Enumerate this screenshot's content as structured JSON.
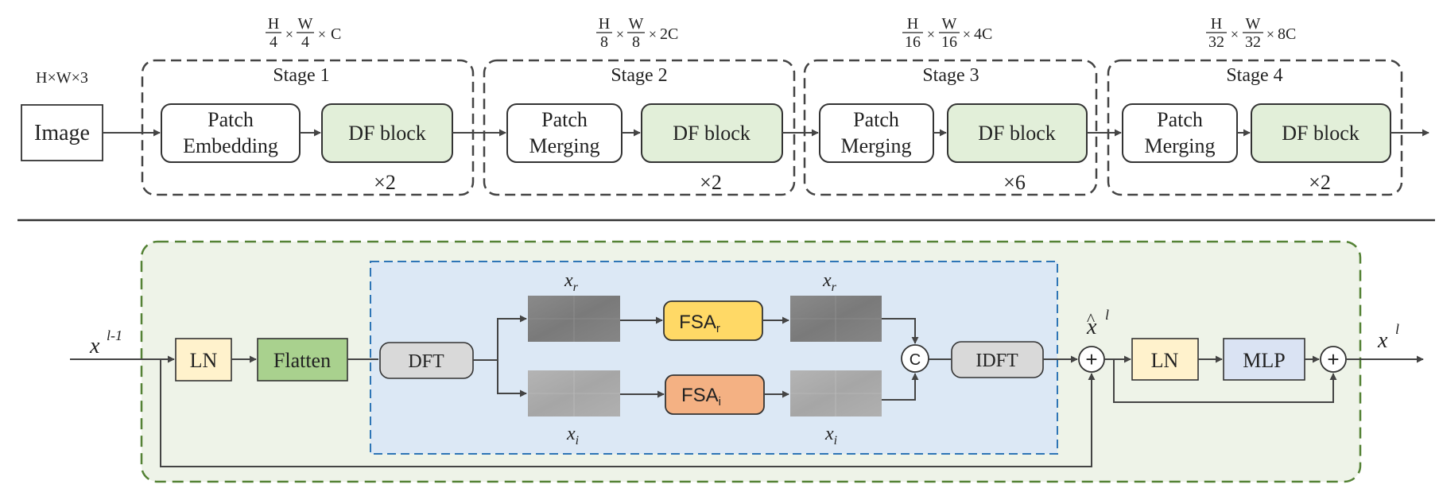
{
  "top": {
    "input_dim": "H×W×3",
    "image_label": "Image",
    "stages": [
      {
        "title": "Stage 1",
        "first_block_line1": "Patch",
        "first_block_line2": "Embedding",
        "df_label": "DF block",
        "repeat": "×2",
        "dim": {
          "h_num": "H",
          "h_den": "4",
          "w_num": "W",
          "w_den": "4",
          "channels": "C"
        }
      },
      {
        "title": "Stage 2",
        "first_block_line1": "Patch",
        "first_block_line2": "Merging",
        "df_label": "DF block",
        "repeat": "×2",
        "dim": {
          "h_num": "H",
          "h_den": "8",
          "w_num": "W",
          "w_den": "8",
          "channels": "2C"
        }
      },
      {
        "title": "Stage 3",
        "first_block_line1": "Patch",
        "first_block_line2": "Merging",
        "df_label": "DF block",
        "repeat": "×6",
        "dim": {
          "h_num": "H",
          "h_den": "16",
          "w_num": "W",
          "w_den": "16",
          "channels": "4C"
        }
      },
      {
        "title": "Stage 4",
        "first_block_line1": "Patch",
        "first_block_line2": "Merging",
        "df_label": "DF block",
        "repeat": "×2",
        "dim": {
          "h_num": "H",
          "h_den": "32",
          "w_num": "W",
          "w_den": "32",
          "channels": "8C"
        }
      }
    ],
    "times": "×"
  },
  "bottom": {
    "input_var": "x",
    "input_sup": "l-1",
    "ln1": "LN",
    "flatten": "Flatten",
    "dft": "DFT",
    "real_var": "x",
    "real_sub": "r",
    "imag_var": "x",
    "imag_sub": "i",
    "fsa_r_main": "FSA",
    "fsa_r_sub": "r",
    "fsa_i_main": "FSA",
    "fsa_i_sub": "i",
    "concat": "C",
    "idft": "IDFT",
    "plus": "+",
    "mid_var": "x",
    "mid_hat": "^",
    "mid_sup": "l",
    "ln2": "LN",
    "mlp": "MLP",
    "output_var": "x",
    "output_sup": "l"
  },
  "colors": {
    "df_fill": "#e2efd9",
    "ln_fill": "#fff2cc",
    "flatten_fill": "#a9d18e",
    "dft_fill": "#d9d9d9",
    "fsa_r_fill": "#ffd966",
    "fsa_i_fill": "#f4b183",
    "mlp_fill": "#dae3f3",
    "panel_fill": "#eef3e8",
    "panel_border": "#548235",
    "fft_fill": "#dce8f5",
    "fft_border": "#2e75b6"
  }
}
